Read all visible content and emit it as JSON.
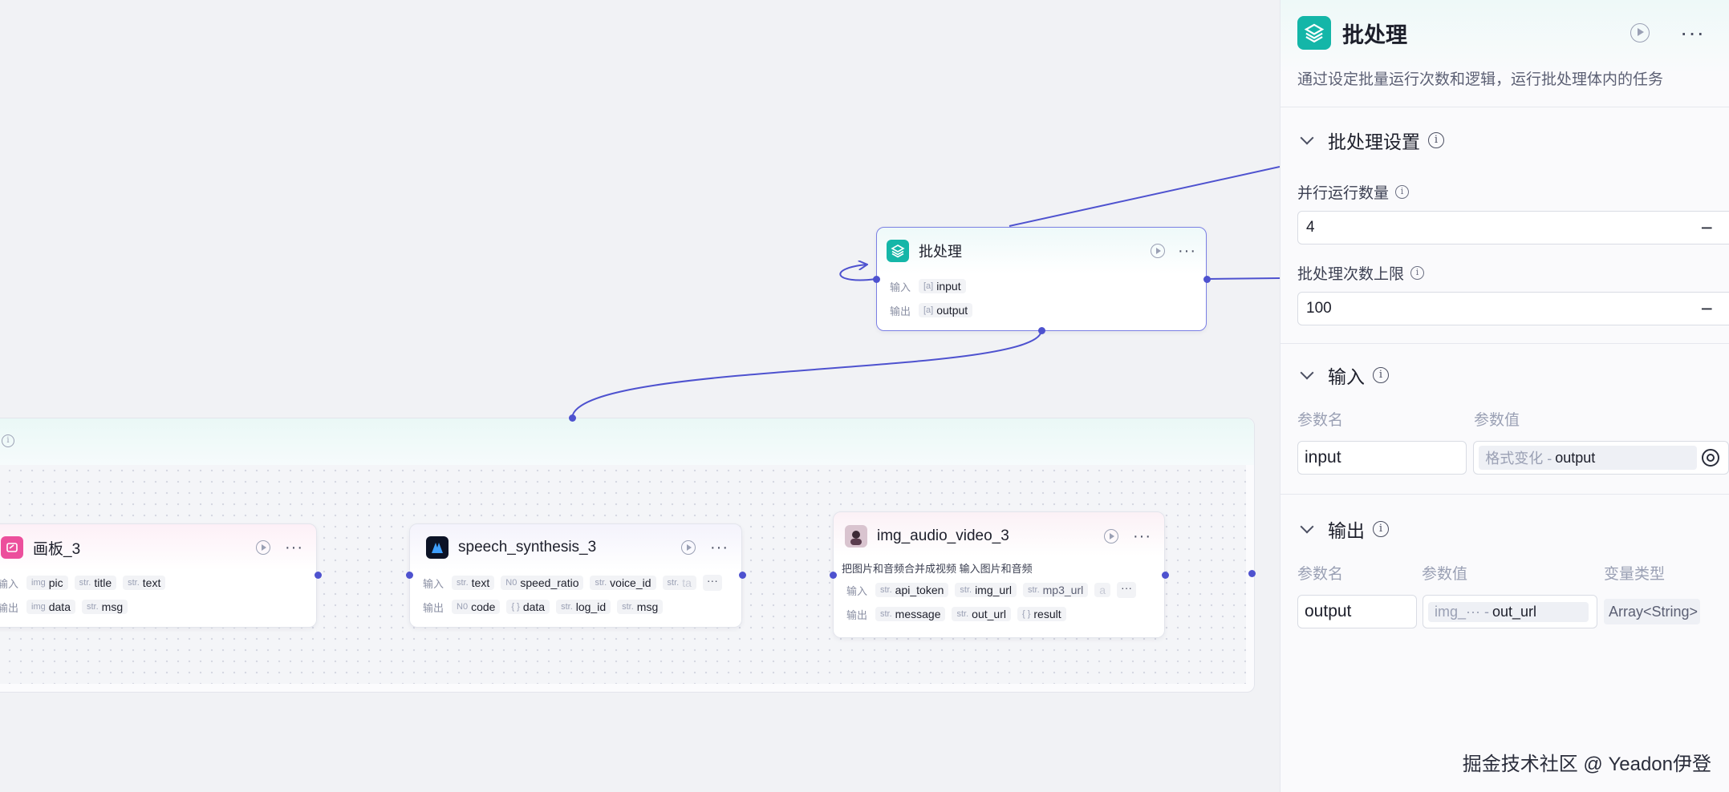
{
  "canvas": {
    "batch_node": {
      "title": "批处理",
      "input_label": "输入",
      "input_param": "input",
      "output_label": "输出",
      "output_param": "output",
      "type_tag": "[a]"
    },
    "canvas_node": {
      "title": "画板_3",
      "input_label": "输入",
      "output_label": "输出",
      "inputs": [
        {
          "type": "img",
          "name": "pic"
        },
        {
          "type": "str.",
          "name": "title"
        },
        {
          "type": "str.",
          "name": "text"
        }
      ],
      "outputs": [
        {
          "type": "img",
          "name": "data"
        },
        {
          "type": "str.",
          "name": "msg"
        }
      ]
    },
    "speech_node": {
      "title": "speech_synthesis_3",
      "input_label": "输入",
      "output_label": "输出",
      "inputs": [
        {
          "type": "str.",
          "name": "text"
        },
        {
          "type": "N0",
          "name": "speed_ratio"
        },
        {
          "type": "str.",
          "name": "voice_id"
        },
        {
          "type": "str.",
          "name": "ta"
        }
      ],
      "outputs": [
        {
          "type": "N0",
          "name": "code"
        },
        {
          "type": "{ }",
          "name": "data"
        },
        {
          "type": "str.",
          "name": "log_id"
        },
        {
          "type": "str.",
          "name": "msg"
        }
      ]
    },
    "video_node": {
      "title": "img_audio_video_3",
      "desc": "把图片和音频合并成视频 输入图片和音频",
      "input_label": "输入",
      "output_label": "输出",
      "inputs": [
        {
          "type": "str.",
          "name": "api_token"
        },
        {
          "type": "str.",
          "name": "img_url"
        },
        {
          "type": "str.",
          "name": "mp3_url"
        },
        {
          "type": "",
          "name": "a"
        }
      ],
      "outputs": [
        {
          "type": "str.",
          "name": "message"
        },
        {
          "type": "str.",
          "name": "out_url"
        },
        {
          "type": "{ }",
          "name": "result"
        }
      ]
    },
    "more_label": "···"
  },
  "panel": {
    "title": "批处理",
    "description": "通过设定批量运行次数和逻辑，运行批处理体内的任务",
    "settings": {
      "heading": "批处理设置",
      "parallel_label": "并行运行数量",
      "parallel_value": "4",
      "max_label": "批处理次数上限",
      "max_value": "100"
    },
    "input": {
      "heading": "输入",
      "col_name": "参数名",
      "col_value": "参数值",
      "param_name": "input",
      "ref_source": "格式变化 -",
      "ref_field": "output"
    },
    "output": {
      "heading": "输出",
      "col_name": "参数名",
      "col_value": "参数值",
      "col_type": "变量类型",
      "param_name": "output",
      "ref_source": "img_··· -",
      "ref_field": "out_url",
      "var_type": "Array<String>"
    },
    "minus": "−",
    "plus": "+"
  },
  "watermark": "掘金技术社区 @ Yeadon伊登",
  "colors": {
    "accent": "#4e52cf",
    "teal": "#14b6a8",
    "pink": "#ec4f9c"
  }
}
